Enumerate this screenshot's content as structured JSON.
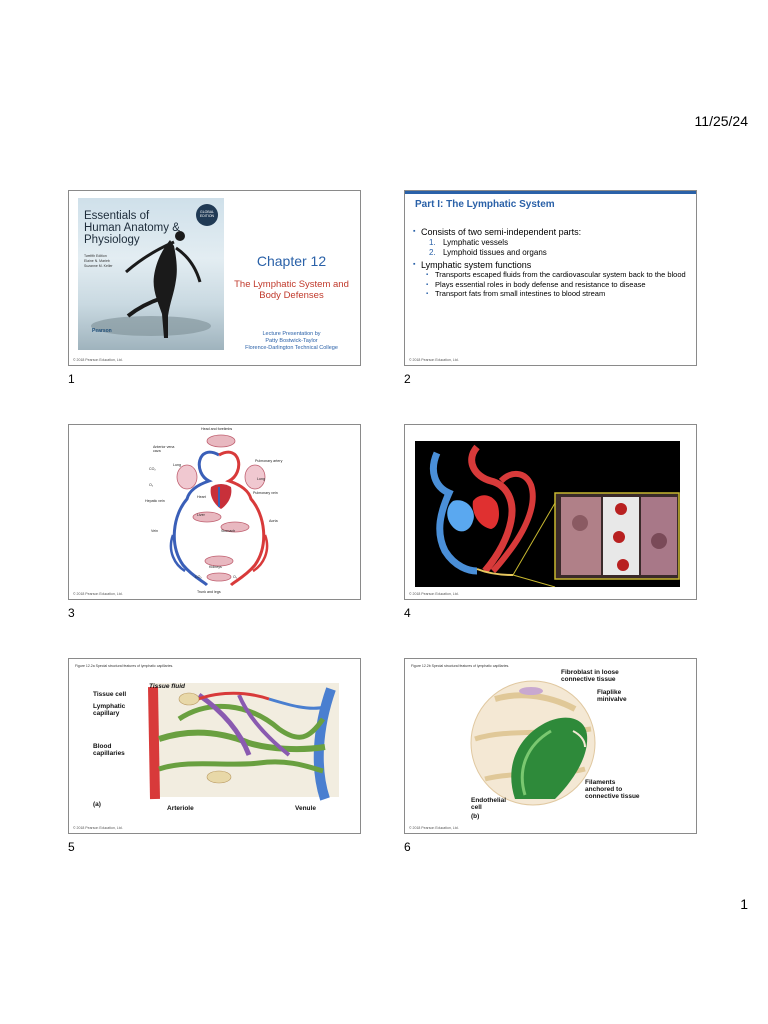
{
  "header": {
    "date": "11/25/24"
  },
  "footer": {
    "page_number": "1"
  },
  "slides": [
    {
      "number": "1",
      "book": {
        "badge": "GLOBAL EDITION",
        "title": "Essentials of Human Anatomy & Physiology",
        "edition": "Twelfth Edition",
        "authors": [
          "Elaine N. Marieb",
          "Suzanne M. Keller"
        ],
        "publisher": "Pearson"
      },
      "chapter": "Chapter 12",
      "subtitle": "The Lymphatic System and Body Defenses",
      "credit_line1": "Lecture Presentation by",
      "credit_line2": "Patty Bostwick-Taylor",
      "credit_line3": "Florence-Darlington Technical College",
      "copyright": "© 2018 Pearson Education, Ltd."
    },
    {
      "number": "2",
      "title": "Part I: The Lymphatic System",
      "bullet1": "Consists of two semi-independent parts:",
      "numbered": [
        {
          "n": "1.",
          "text": "Lymphatic vessels"
        },
        {
          "n": "2.",
          "text": "Lymphoid tissues and organs"
        }
      ],
      "bullet2": "Lymphatic system functions",
      "sub_bullets": [
        "Transports escaped fluids from the cardiovascular system back to the blood",
        "Plays essential roles in body defense and resistance to disease",
        "Transport fats from small intestines to blood stream"
      ],
      "copyright": "© 2018 Pearson Education, Ltd."
    },
    {
      "number": "3",
      "labels": {
        "head": "Head and forelimbs",
        "anterior_vena_cava": "Anterior vena cava",
        "pulmonary_artery": "Pulmonary artery",
        "co2_top": "CO₂",
        "o2_top": "O₂",
        "lung_left": "Lung",
        "lung_right": "Lung",
        "pulmonary_vein": "Pulmonary vein",
        "hepatic_vein": "Hepatic vein",
        "heart": "Heart",
        "liver": "Liver",
        "aorta": "Aorta",
        "stomach": "Stomach",
        "vein": "Vein",
        "kidneys": "Kidneys",
        "co2_bottom": "CO₂",
        "o2_bottom": "O₂",
        "trunk": "Trunk and legs"
      },
      "copyright": "© 2018 Pearson Education, Ltd."
    },
    {
      "number": "4",
      "copyright": "© 2018 Pearson Education, Ltd."
    },
    {
      "number": "5",
      "figure_caption": "Figure 12.2a Special structural features of lymphatic capillaries.",
      "labels": {
        "tissue_fluid": "Tissue fluid",
        "tissue_cell": "Tissue cell",
        "lymphatic_capillary": "Lymphatic capillary",
        "blood_capillaries": "Blood capillaries",
        "panel": "(a)",
        "arteriole": "Arteriole",
        "venule": "Venule"
      },
      "copyright": "© 2018 Pearson Education, Ltd."
    },
    {
      "number": "6",
      "figure_caption": "Figure 12.2b Special structural features of lymphatic capillaries.",
      "labels": {
        "fibroblast": "Fibroblast in loose connective tissue",
        "flaplike": "Flaplike minivalve",
        "filaments": "Filaments anchored to connective tissue",
        "endothelial": "Endothelial cell",
        "panel": "(b)"
      },
      "copyright": "© 2018 Pearson Education, Ltd."
    }
  ],
  "colors": {
    "accent_blue": "#2a61a8",
    "accent_red": "#c0392b"
  }
}
